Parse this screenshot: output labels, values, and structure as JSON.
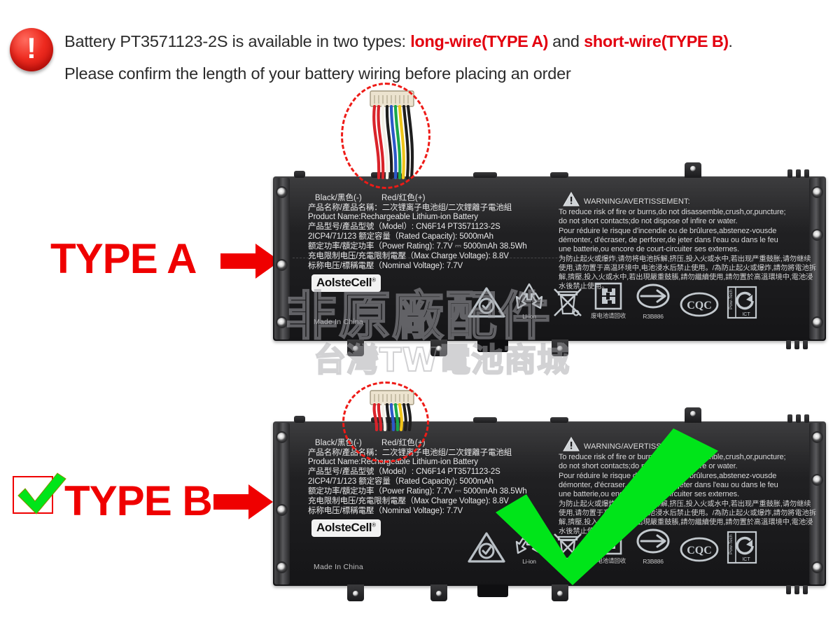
{
  "notice": {
    "icon": "exclamation-circle-icon",
    "line1_part1": "Battery PT3571123-2S is available in two types: ",
    "line1_red1": "long-wire",
    "line1_red1_paren": "(TYPE A)",
    "line1_mid": " and ",
    "line1_red2": "short-wire",
    "line1_red2_paren": "(TYPE B)",
    "line1_end": ".",
    "line2": "Please confirm the length of your battery wiring before placing an order",
    "red_color": "#e3000f",
    "text_color": "#2b2b2b"
  },
  "type_a": {
    "label": "TYPE A",
    "arrow": "right-arrow-icon",
    "color": "#ef0000"
  },
  "type_b": {
    "label": "TYPE B",
    "arrow": "right-arrow-icon",
    "checkbox": "checked-checkbox-icon",
    "color": "#ef0000",
    "check_color": "#00e519"
  },
  "battery_label": {
    "polarity_black": "Black/黑色(-)",
    "polarity_red": "Red/红色(+)",
    "specs": [
      "产品名称/產品名稱：二次锂离子电池组/二次鋰離子電池組",
      "Product Name:Rechargeable Lithium-ion Battery",
      "产品型号/產品型號（Model）: CN6F14 PT3571123-2S",
      "2ICP4/71/123    额定容量（Rated Capacity): 5000mAh",
      "额定功率/額定功率（Power Rating): 7.7V  ⎓  5000mAh  38.5Wh",
      "充电限制电压/充電限制電壓（Max Charge Voltage): 8.8V",
      "标称电压/標稱電壓（Nominal Voltage): 7.7V"
    ],
    "brand": "AolsteCell",
    "brand_mark": "®",
    "made_in": "Made In China"
  },
  "warning": {
    "heading": "WARNING/AVERTISSEMENT:",
    "icon": "warning-triangle-icon",
    "lines_en": [
      "To reduce risk of fire or burns,do not disassemble,crush,or,puncture;",
      "do not short  contacts;do not dispose of infire or water."
    ],
    "lines_fr": [
      "Pour réduire le risque d'incendie ou de brûlures,abstenez-vousde",
      "démonter, d'écraser, de perforer,de jeter dans l'eau ou dans le feu",
      "une batterie,ou encore de court-circuiter ses externes."
    ],
    "lines_cn": [
      "为防止起火或爆炸,请勿将电池拆解,挤压,投入火或水中,若出现严重鼓胀,请勿继续",
      "使用,请勿置于高温环境中,电池浸水后禁止使用。/為防止起火或爆炸,請勿將電池拆",
      "解,擠壓,投入火或水中,若出現嚴重鼓脹,請勿繼續使用,請勿置於高溫環境中,電池浸",
      "水後禁止使用。"
    ]
  },
  "certifications": [
    {
      "name": "rcm-tick-icon",
      "caption": ""
    },
    {
      "name": "recycle-icon",
      "caption": "Li-ion"
    },
    {
      "name": "weee-bin-icon",
      "caption": ""
    },
    {
      "name": "battery-recycle-cn-icon",
      "caption": "废电池请回收"
    },
    {
      "name": "ccc-ellipse-icon",
      "caption": "R3B886"
    },
    {
      "name": "cqc-icon",
      "caption": ""
    },
    {
      "name": "pow-tech-ict-icon",
      "caption": ""
    }
  ],
  "watermarks": {
    "line1": "非原廠配件",
    "line2": "台灣TW電池商城"
  },
  "connector": {
    "name": "wire-harness-connector",
    "wire_colors": [
      "#d9232a",
      "#d9232a",
      "#f0ede6",
      "#1a1a1a",
      "#2b58c7",
      "#1aa84a",
      "#f0c419",
      "#1a1a1a",
      "#1a1a1a"
    ],
    "highlight": "red-dashed-oval"
  }
}
